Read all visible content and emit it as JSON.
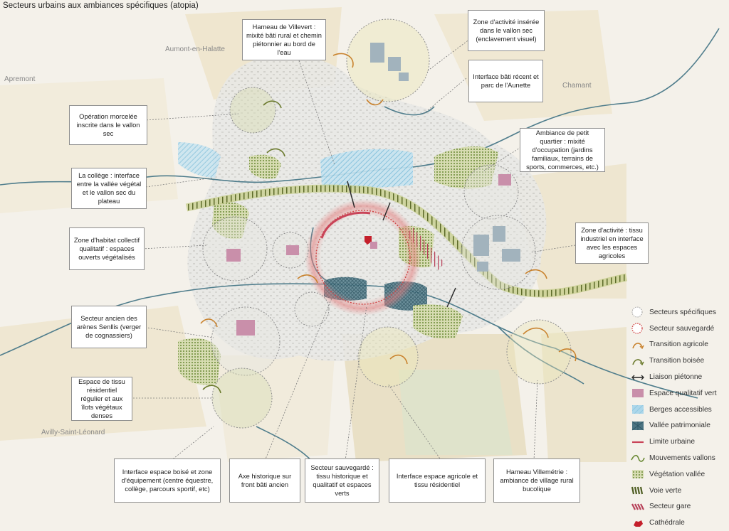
{
  "title": "Secteurs urbains aux ambiances spécifiques (atopia)",
  "places": [
    {
      "id": "aumont",
      "label": "Aumont-en-Halatte"
    },
    {
      "id": "apremont",
      "label": "Apremont"
    },
    {
      "id": "chamant",
      "label": "Chamant"
    },
    {
      "id": "avilly",
      "label": "Avilly-Saint-Léonard"
    }
  ],
  "callouts": [
    {
      "id": "hameau-villevert",
      "text": "Hameau de Villevert : mixité bâti rural et chemin piétonnier au bord de l'eau"
    },
    {
      "id": "zone-activite-vallon",
      "text": "Zone d'activité insérée dans le vallon sec (enclavement visuel)"
    },
    {
      "id": "interface-aunette",
      "text": "Interface bâti récent et parc de l'Aunette"
    },
    {
      "id": "operation-morcelee",
      "text": "Opération morcelée inscrite dans le vallon sec"
    },
    {
      "id": "petit-quartier",
      "text": "Ambiance de petit quartier : mixité d'occupation (jardins familiaux, terrains de sports, commerces, etc.)"
    },
    {
      "id": "college",
      "text": "La collège : interface entre la vallée végétal et le vallon sec du plateau"
    },
    {
      "id": "habitat-collectif",
      "text": "Zone d'habitat collectif qualitatif : espaces ouverts végétalisés"
    },
    {
      "id": "zone-industrielle",
      "text": "Zone d'activité : tissu industriel en interface avec les espaces agricoles"
    },
    {
      "id": "arenes",
      "text": "Secteur ancien des arènes Senllis (verger de cognassiers)"
    },
    {
      "id": "tissu-residentiel",
      "text": "Espace de tissu résidentiel régulier et aux îlots végétaux denses"
    },
    {
      "id": "interface-boise",
      "text": "Interface espace boisé et zone d'équipement (centre équestre, collège, parcours sportif, etc)"
    },
    {
      "id": "axe-historique",
      "text": "Axe historique sur front bâti ancien"
    },
    {
      "id": "secteur-sauvegarde",
      "text": "Secteur sauvegardé : tissu historique et qualitatif et espaces verts"
    },
    {
      "id": "interface-agricole",
      "text": "Interface espace agricole et tissu résidentiel"
    },
    {
      "id": "villemetrie",
      "text": "Hameau Villemétrie : ambiance de village rural bucolique"
    }
  ],
  "legend": [
    {
      "id": "secteurs-specifiques",
      "label": "Secteurs spécifiques",
      "icon": "grey-circle-icon"
    },
    {
      "id": "secteur-sauvegarde",
      "label": "Secteur sauvegardé",
      "icon": "red-dotted-circle-icon"
    },
    {
      "id": "transition-agricole",
      "label": "Transition agricole",
      "icon": "orange-arrow-icon"
    },
    {
      "id": "transition-boisee",
      "label": "Transition boisée",
      "icon": "green-arrow-icon"
    },
    {
      "id": "liaison-pietonne",
      "label": "Liaison piétonne",
      "icon": "double-arrow-icon"
    },
    {
      "id": "espace-qualitatif",
      "label": "Espace qualitatif vert",
      "icon": "pink-square-icon"
    },
    {
      "id": "berges",
      "label": "Berges accessibles",
      "icon": "blue-hatch-icon"
    },
    {
      "id": "vallee",
      "label": "Vallée patrimoniale",
      "icon": "teal-cross-hatch-icon"
    },
    {
      "id": "limite-urbaine",
      "label": "Limite urbaine",
      "icon": "red-line-icon"
    },
    {
      "id": "mouvements-vallons",
      "label": "Mouvements vallons",
      "icon": "green-wave-icon"
    },
    {
      "id": "vegetation-vallee",
      "label": "Végétation vallée",
      "icon": "green-dots-icon"
    },
    {
      "id": "voie-verte",
      "label": "Voie verte",
      "icon": "hatched-band-icon"
    },
    {
      "id": "secteur-gare",
      "label": "Secteur gare",
      "icon": "pink-stripe-icon"
    },
    {
      "id": "cathedrale",
      "label": "Cathédrale",
      "icon": "cathedral-icon"
    }
  ],
  "colors": {
    "background": "#f4f1ea",
    "agricultural": "#efe6cf",
    "urban": "#e6e6e2",
    "river": "#4f7d8c",
    "secteur_sauvegarde": "#d14545",
    "voie_verte": "#72803a",
    "transition_agricole": "#c9822d",
    "berges": "#9ccfe6",
    "vallee": "#3f6a78",
    "qualitatif": "#c98faa",
    "industrial": "#a2b3bd"
  }
}
